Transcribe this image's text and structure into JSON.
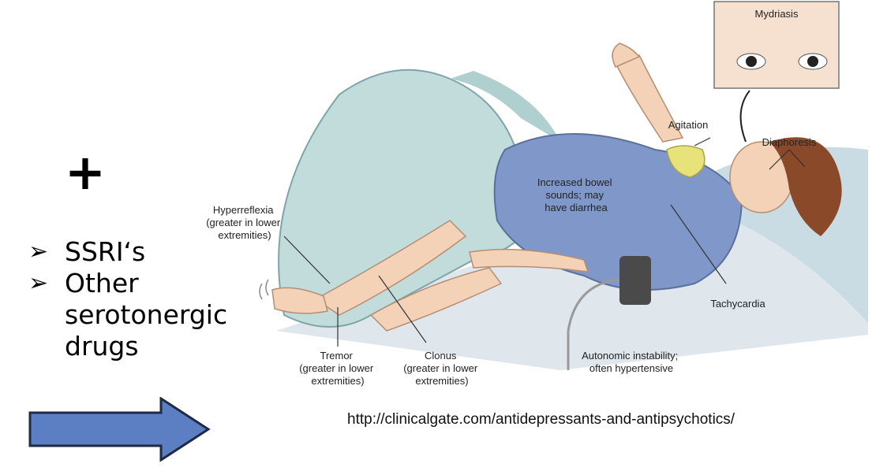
{
  "plus_sign": "+",
  "bullets": [
    {
      "marker": "➢",
      "lines": [
        "SSRI‘s"
      ]
    },
    {
      "marker": "➢",
      "lines": [
        "Other",
        "serotonergic",
        "drugs"
      ]
    }
  ],
  "arrow": {
    "color": "#5b7fc2",
    "stroke": "#1f2a44"
  },
  "illustration": {
    "labels": {
      "mydriasis": "Mydriasis",
      "agitation": "Agitation",
      "diaphoresis": "Diaphoresis",
      "bowel": [
        "Increased bowel",
        "sounds; may",
        "have diarrhea"
      ],
      "hyperreflexia": [
        "Hyperreflexia",
        "(greater in lower",
        "extremities)"
      ],
      "tachycardia": "Tachycardia",
      "tremor": [
        "Tremor",
        "(greater in lower",
        "extremities)"
      ],
      "clonus": [
        "Clonus",
        "(greater in lower",
        "extremities)"
      ],
      "autonomic": [
        "Autonomic instability;",
        "often hypertensive"
      ]
    }
  },
  "source_url": "http://clinicalgate.com/antidepressants-and-antipsychotics/"
}
